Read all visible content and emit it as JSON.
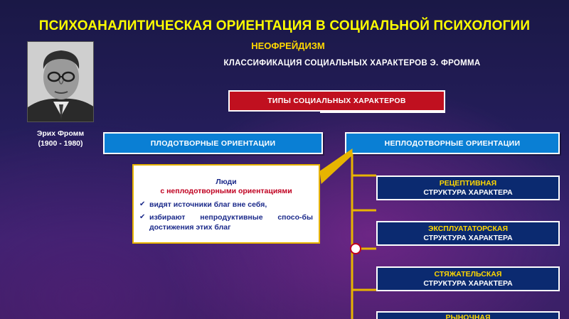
{
  "header": {
    "title": "ПСИХОАНАЛИТИЧЕСКАЯ ОРИЕНТАЦИЯ В СОЦИАЛЬНОЙ ПСИХОЛОГИИ",
    "subtitle": "НЕОФРЕЙДИЗМ",
    "subtitle2": "КЛАССИФИКАЦИЯ СОЦИАЛЬНЫХ ХАРАКТЕРОВ Э. ФРОММА"
  },
  "portrait": {
    "name": "Эрих Фромм",
    "years": "(1900 - 1980)"
  },
  "types_header": "ТИПЫ СОЦИАЛЬНЫХ ХАРАКТЕРОВ",
  "productive": "ПЛОДОТВОРНЫЕ ОРИЕНТАЦИИ",
  "nonproductive": "НЕПЛОДОТВОРНЫЕ ОРИЕНТАЦИИ",
  "callout": {
    "line1": "Люди",
    "line2": "с неплодотворными ориентациями",
    "bullets": [
      "видят источники благ вне себя,",
      "избирают непродуктивные спосо-бы достижения этих благ"
    ]
  },
  "types": [
    {
      "name": "РЕЦЕПТИВНАЯ",
      "sub": "СТРУКТУРА ХАРАКТЕРА"
    },
    {
      "name": "ЭКСПЛУАТАТОРСКАЯ",
      "sub": "СТРУКТУРА ХАРАКТЕРА"
    },
    {
      "name": "СТЯЖАТЕЛЬСКАЯ",
      "sub": "СТРУКТУРА ХАРАКТЕРА"
    },
    {
      "name": "РЫНОЧНАЯ",
      "sub": ""
    }
  ],
  "colors": {
    "title": "#ffff00",
    "accent_red": "#c0101f",
    "orientation_blue": "#0a7fd4",
    "type_navy": "#0b2a70",
    "connector_yellow": "#ffd700"
  }
}
